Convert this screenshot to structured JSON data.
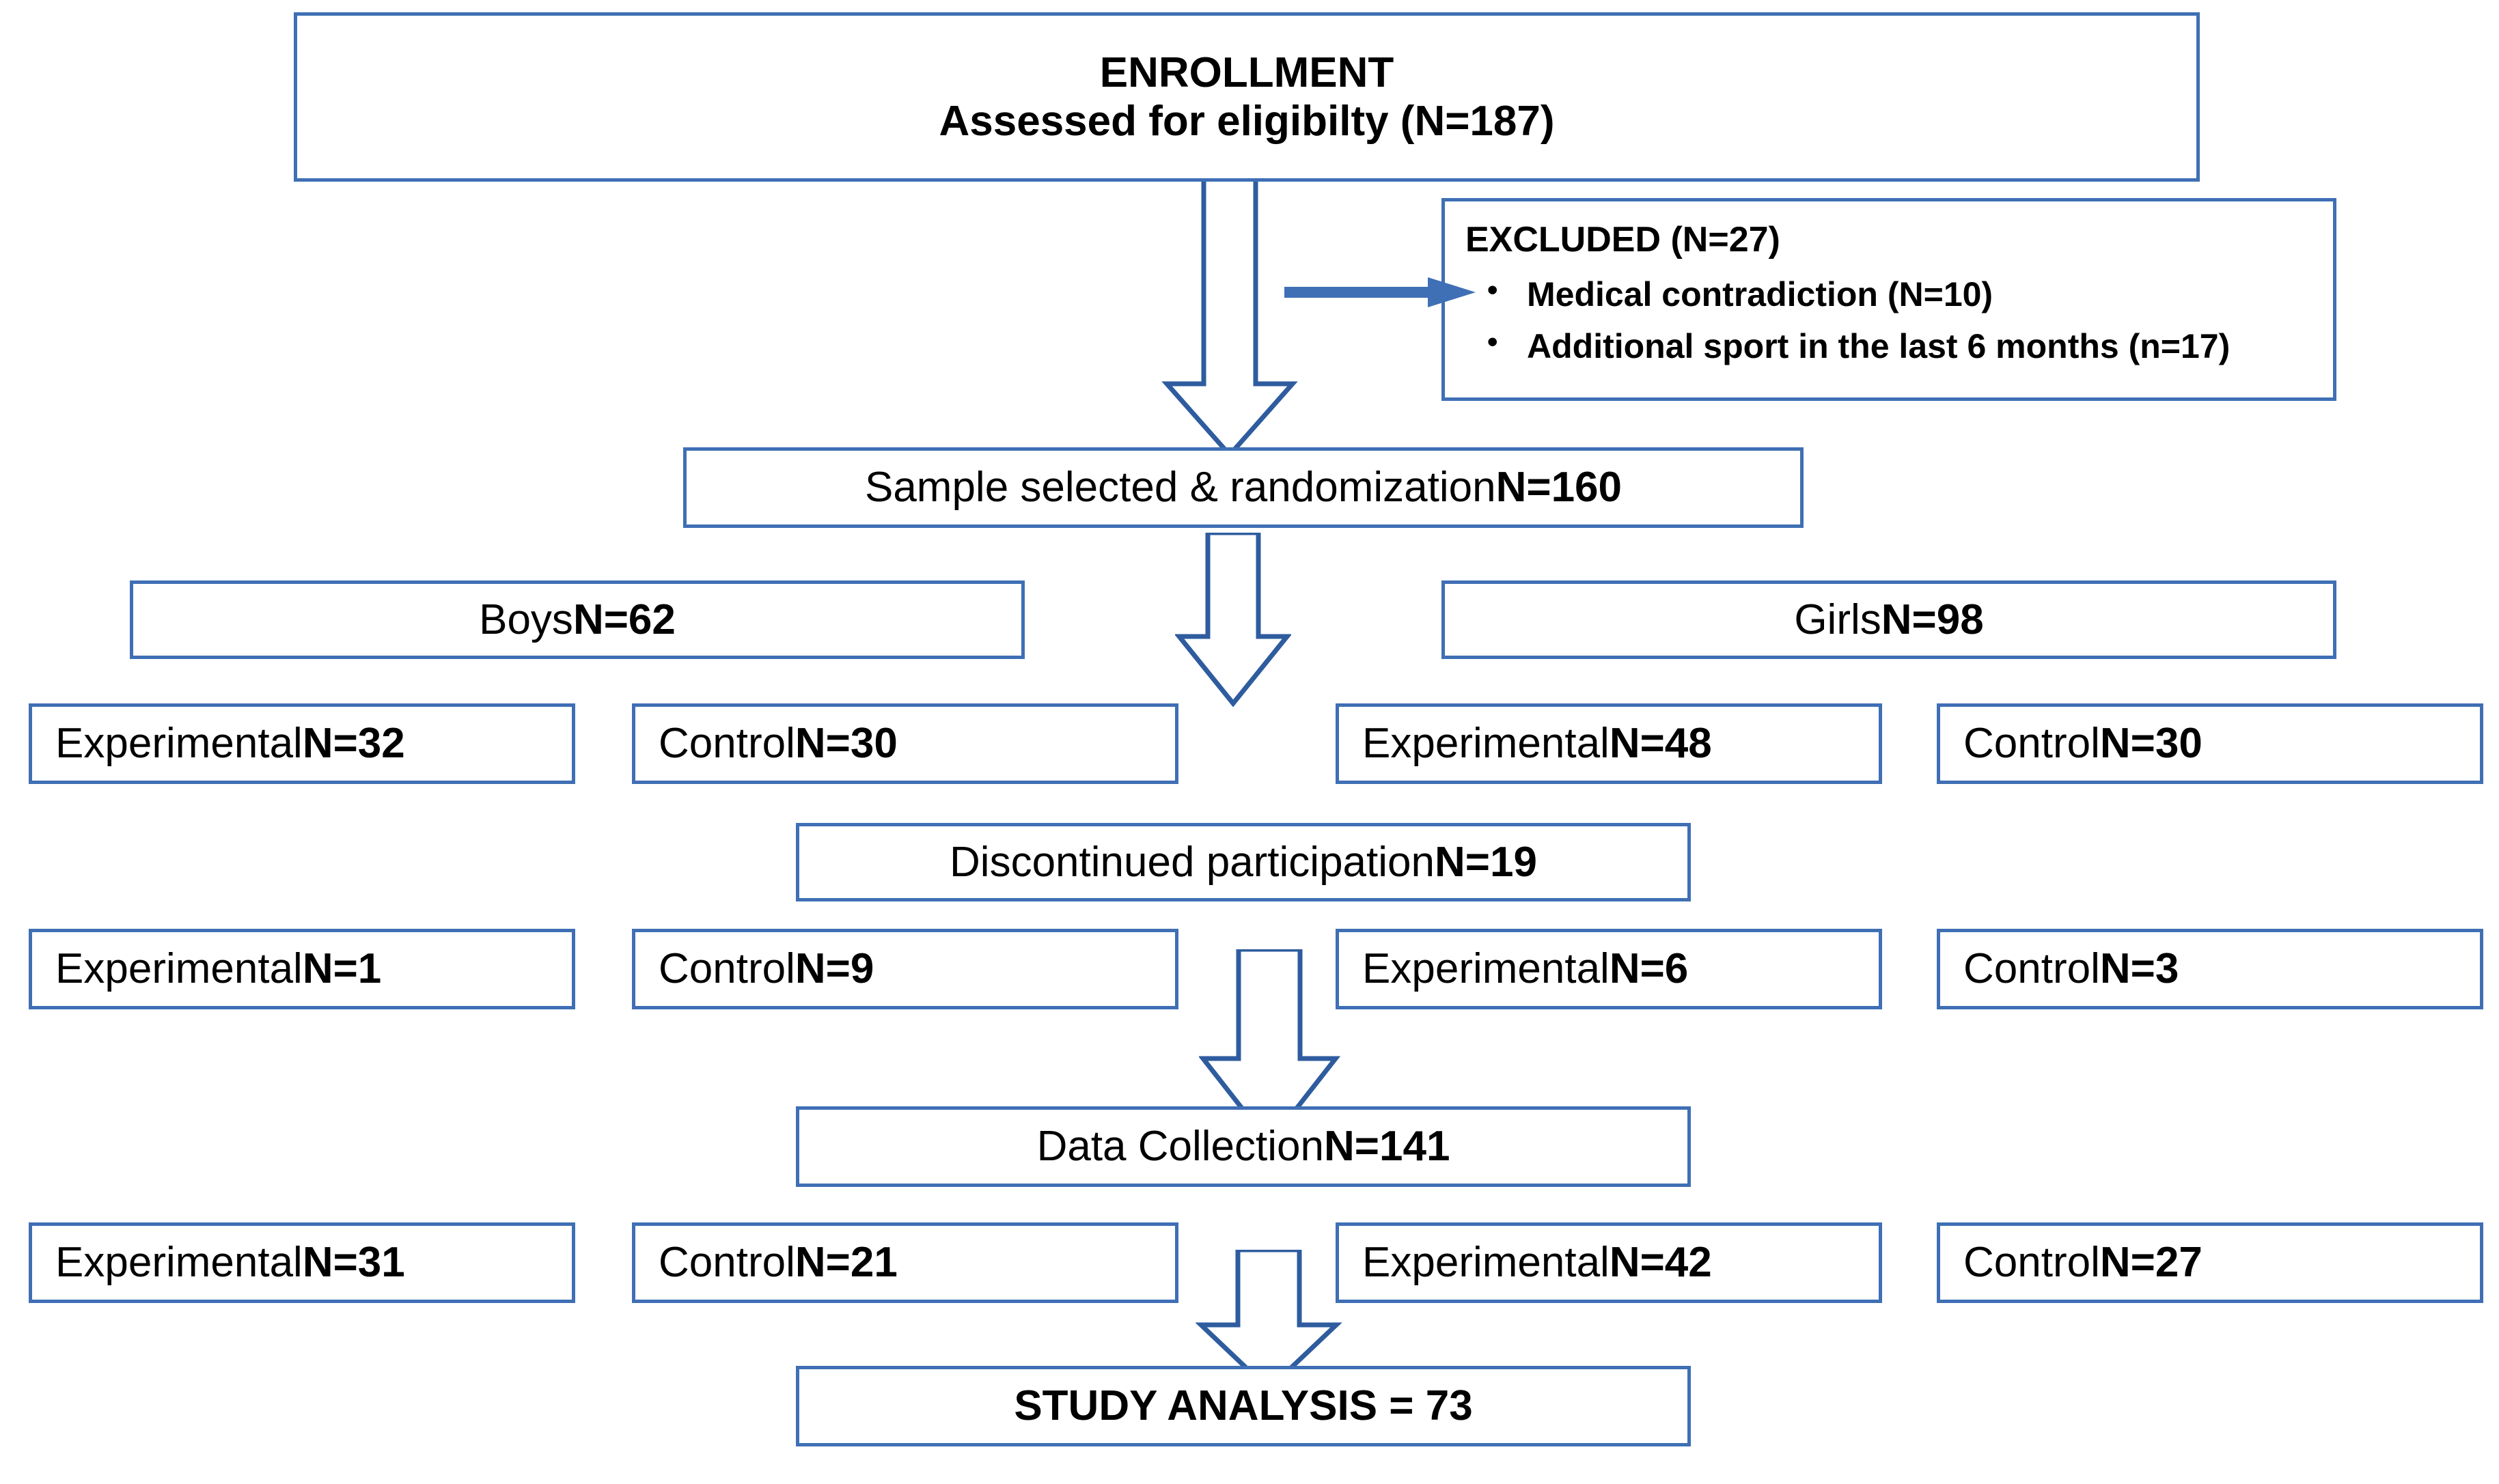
{
  "diagram": {
    "title": "CONSORT participant flow diagram",
    "accent_color": "#3F6FB5",
    "arrow_stroke_color": "#2E5C9E",
    "text_color": "#000000",
    "background_color": "#FFFFFF"
  },
  "enrollment": {
    "heading": "ENROLLMENT",
    "subheading": "Assessed for eligibilty (N=187)"
  },
  "excluded": {
    "title": "EXCLUDED (N=27)",
    "items": [
      "Medical contradiction (N=10)",
      "Additional sport in the last 6 months (n=17)"
    ],
    "bullet": "•"
  },
  "randomization": {
    "label": "Sample selected & randomization ",
    "value": "N=160"
  },
  "groups": {
    "boys": {
      "label": "Boys ",
      "value": "N=62"
    },
    "girls": {
      "label": "Girls ",
      "value": "N=98"
    }
  },
  "allocation_row": [
    {
      "label": "Experimental ",
      "value": "N=32"
    },
    {
      "label": "Control ",
      "value": "N=30"
    },
    {
      "label": "Experimental ",
      "value": "N=48"
    },
    {
      "label": "Control ",
      "value": "N=30"
    }
  ],
  "discontinued": {
    "label": "Discontinued participation ",
    "value": "N=19"
  },
  "discontinued_row": [
    {
      "label": "Experimental ",
      "value": "N=1"
    },
    {
      "label": "Control  ",
      "value": "N=9"
    },
    {
      "label": "Experimental ",
      "value": "N=6"
    },
    {
      "label": "Control ",
      "value": "N=3"
    }
  ],
  "data_collection": {
    "label": "Data Collection ",
    "value": "N=141"
  },
  "data_collection_row": [
    {
      "label": "Experimental ",
      "value": "N=31"
    },
    {
      "label": "Control  ",
      "value": "N=21"
    },
    {
      "label": "Experimental ",
      "value": "N=42"
    },
    {
      "label": "Control ",
      "value": "N=27"
    }
  ],
  "study_analysis": {
    "label": "STUDY ANALYSIS = 73"
  }
}
